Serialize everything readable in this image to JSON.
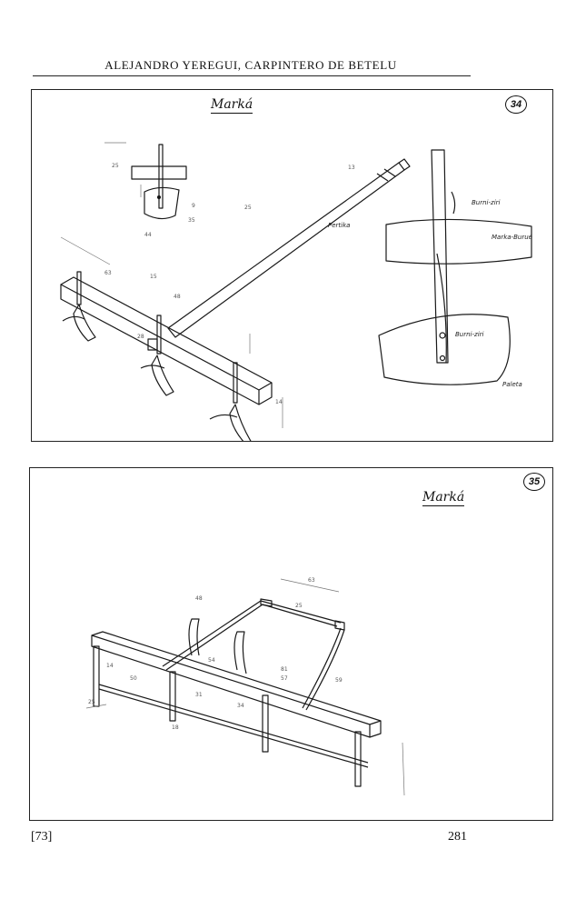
{
  "running_head": "ALEJANDRO YEREGUI, CARPINTERO DE BETELU",
  "plates": [
    {
      "number": "34",
      "title": "Marká",
      "labels": [
        "Pertika",
        "Burni-ziri",
        "Marka-Burué",
        "Burni-ziri",
        "Paleta"
      ],
      "dims": [
        "25",
        "63",
        "48",
        "28",
        "14",
        "15",
        "13",
        "25",
        "9",
        "44",
        "35"
      ]
    },
    {
      "number": "35",
      "title": "Marká",
      "dims": [
        "63",
        "25",
        "48",
        "50",
        "14",
        "25",
        "54",
        "81",
        "57",
        "31",
        "34",
        "18",
        "59"
      ]
    }
  ],
  "footer": {
    "left": "[73]",
    "right": "281"
  }
}
